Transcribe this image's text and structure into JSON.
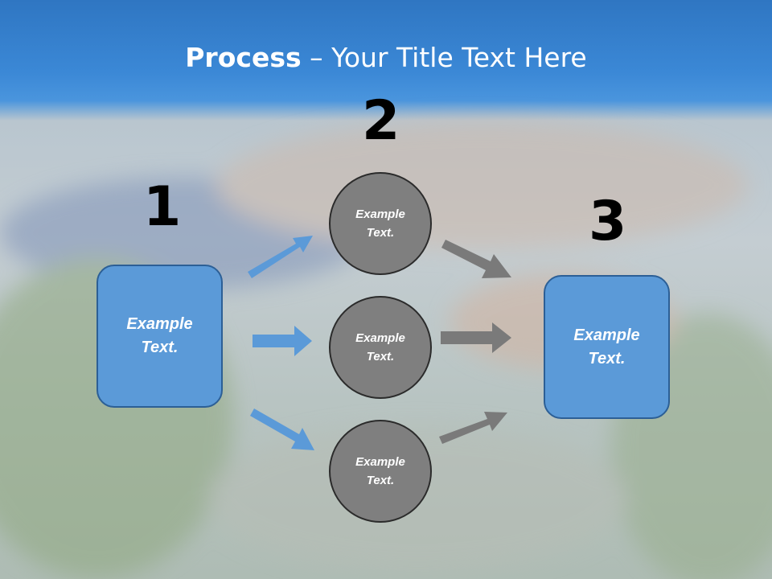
{
  "title": {
    "bold": "Process",
    "rest": " – Your Title Text Here"
  },
  "steps": [
    "1",
    "2",
    "3"
  ],
  "left_box": {
    "text": "Example Text."
  },
  "circles": [
    {
      "text": "Example Text."
    },
    {
      "text": "Example Text."
    },
    {
      "text": "Example Text."
    }
  ],
  "right_box": {
    "text": "Example Text."
  },
  "colors": {
    "blue_arrow": "#5b9ad8",
    "gray_arrow": "#7a7a7a",
    "box_fill": "#5b9ad8",
    "circle_fill": "#7f7f7f"
  }
}
